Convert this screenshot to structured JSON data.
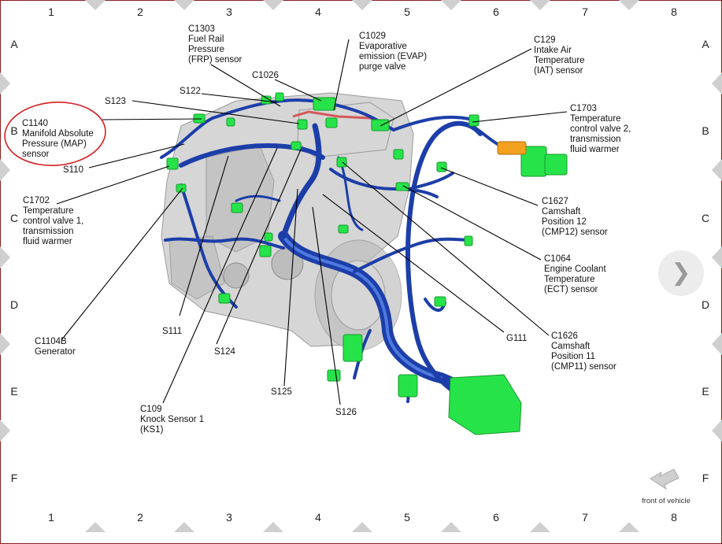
{
  "grid": {
    "columns": [
      "1",
      "2",
      "3",
      "4",
      "5",
      "6",
      "7",
      "8"
    ],
    "rows": [
      "A",
      "B",
      "C",
      "D",
      "E",
      "F"
    ]
  },
  "components": {
    "c1303": [
      "C1303",
      "Fuel Rail",
      "Pressure",
      "(FRP) sensor"
    ],
    "c1029": [
      "C1029",
      "Evaporative",
      "emission (EVAP)",
      "purge valve"
    ],
    "c129": [
      "C129",
      "Intake Air",
      "Temperature",
      "(IAT) sensor"
    ],
    "c1026": [
      "C1026"
    ],
    "s122": [
      "S122"
    ],
    "s123": [
      "S123"
    ],
    "c1140": [
      "C1140",
      "Manifold Absolute",
      "Pressure (MAP)",
      "sensor"
    ],
    "c1703": [
      "C1703",
      "Temperature",
      "control valve 2,",
      "transmission",
      "fluid warmer"
    ],
    "s110": [
      "S110"
    ],
    "c1702": [
      "C1702",
      "Temperature",
      "control valve 1,",
      "transmission",
      "fluid warmer"
    ],
    "c1627": [
      "C1627",
      "Camshaft",
      "Position 12",
      "(CMP12) sensor"
    ],
    "c1064": [
      "C1064",
      "Engine Coolant",
      "Temperature",
      "(ECT) sensor"
    ],
    "c1104b": [
      "C1104B",
      "Generator"
    ],
    "s111": [
      "S111"
    ],
    "s124": [
      "S124"
    ],
    "g111": [
      "G111"
    ],
    "c1626": [
      "C1626",
      "Camshaft",
      "Position 11",
      "(CMP11) sensor"
    ],
    "s125": [
      "S125"
    ],
    "s126": [
      "S126"
    ],
    "c109": [
      "C109",
      "Knock Sensor 1",
      "(KS1)"
    ]
  },
  "orientation": {
    "label": "front of vehicle",
    "icon": "arrow-up-left-icon"
  },
  "navigation": {
    "next_icon": "chevron-right-icon"
  },
  "colors": {
    "harness": "#1c3ea8",
    "connector": "#27e34a",
    "highlight_circle": "#d42020",
    "frame": "#8a1f1f"
  }
}
